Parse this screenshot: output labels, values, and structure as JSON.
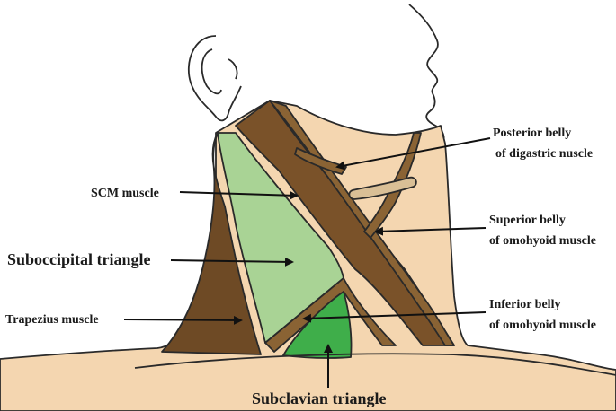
{
  "labels": {
    "posterior_digastric": [
      "Posterior belly",
      "of digastric nuscle"
    ],
    "scm": "SCM muscle",
    "superior_omohyoid": [
      "Superior belly",
      "of omohyoid muscle"
    ],
    "suboccipital": "Suboccipital triangle",
    "inferior_omohyoid": [
      "Inferior belly",
      "of omohyoid muscle"
    ],
    "trapezius": "Trapezius muscle",
    "subclavian": "Subclavian triangle"
  },
  "colors": {
    "skin": "#f4d6b0",
    "muscle_dark": "#6e4a25",
    "muscle_mid": "#8a6334",
    "tendon": "#d9bf96",
    "suboccipital_fill": "#a9d395",
    "subclavian_fill": "#3fae4a",
    "outline": "#2a2a2a"
  },
  "icons": [
    "arrow-icon"
  ]
}
